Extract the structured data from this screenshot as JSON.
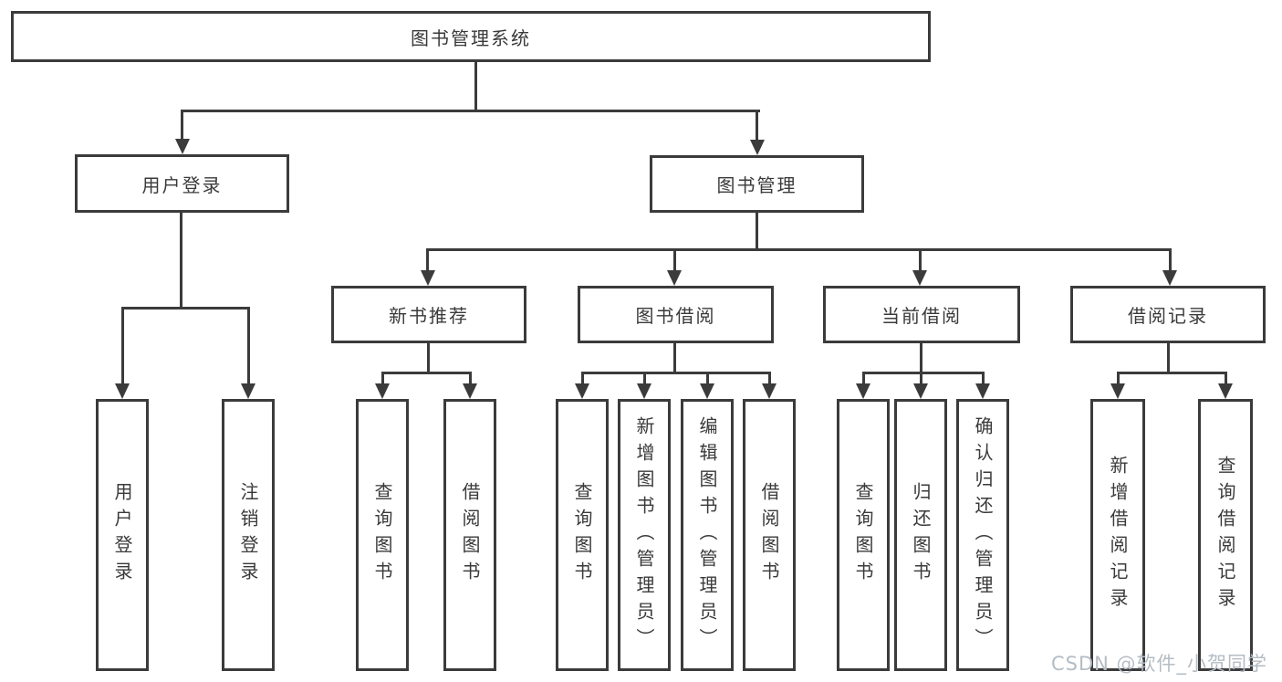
{
  "diagram": {
    "title": "图书管理系统",
    "children": [
      {
        "label": "用户登录",
        "children": [
          {
            "label": "用户登录"
          },
          {
            "label": "注销登录"
          }
        ]
      },
      {
        "label": "图书管理",
        "children": [
          {
            "label": "新书推荐",
            "children": [
              {
                "label": "查询图书"
              },
              {
                "label": "借阅图书"
              }
            ]
          },
          {
            "label": "图书借阅",
            "children": [
              {
                "label": "查询图书"
              },
              {
                "label": "新增图书（管理员）"
              },
              {
                "label": "编辑图书（管理员）"
              },
              {
                "label": "借阅图书"
              }
            ]
          },
          {
            "label": "当前借阅",
            "children": [
              {
                "label": "查询图书"
              },
              {
                "label": "归还图书"
              },
              {
                "label": "确认归还（管理员）"
              }
            ]
          },
          {
            "label": "借阅记录",
            "children": [
              {
                "label": "新增借阅记录"
              },
              {
                "label": "查询借阅记录"
              }
            ]
          }
        ]
      }
    ]
  },
  "watermark": "CSDN @软件_小贺同学",
  "colors": {
    "line": "#3b3b3b",
    "text": "#3a3a3a",
    "watermark": "#b4bcc4",
    "background": "#ffffff"
  }
}
